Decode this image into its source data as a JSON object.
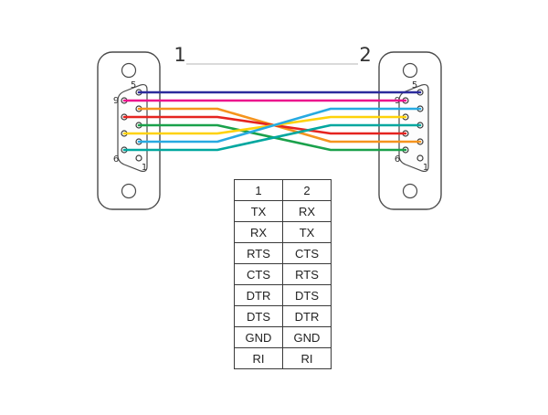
{
  "connectors": {
    "left": {
      "label": "1",
      "pin_top_right": "5",
      "pin_top_left": "9",
      "pin_bottom_left": "6",
      "pin_bottom_right": "1"
    },
    "right": {
      "label": "2",
      "pin_top_right": "5",
      "pin_top_left": "9",
      "pin_bottom_left": "6",
      "pin_bottom_right": "1"
    }
  },
  "wire_colors": {
    "dark_blue": "#2b2b9c",
    "magenta": "#ec0c8c",
    "orange": "#f5941e",
    "red": "#e52420",
    "green": "#1aa14b",
    "yellow": "#fed20a",
    "cyan": "#27aae1",
    "teal": "#00a79f"
  },
  "pin_table": {
    "headers": [
      "1",
      "2"
    ],
    "rows": [
      [
        "TX",
        "RX"
      ],
      [
        "RX",
        "TX"
      ],
      [
        "RTS",
        "CTS"
      ],
      [
        "CTS",
        "RTS"
      ],
      [
        "DTR",
        "DTS"
      ],
      [
        "DTS",
        "DTR"
      ],
      [
        "GND",
        "GND"
      ],
      [
        "RI",
        "RI"
      ]
    ]
  }
}
